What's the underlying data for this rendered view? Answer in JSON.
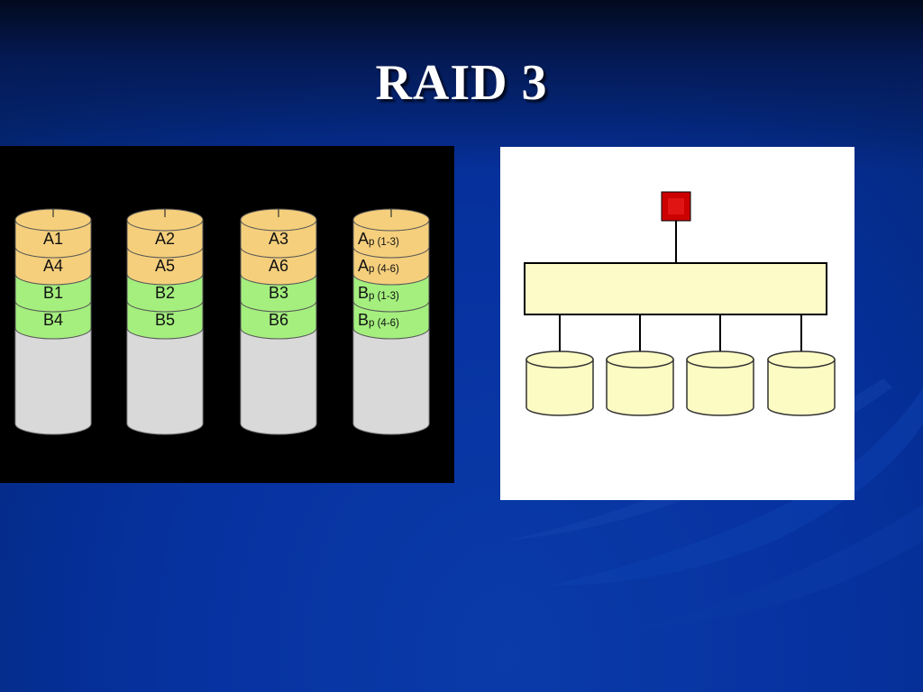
{
  "slide": {
    "title": "RAID 3"
  },
  "stripes_diagram": {
    "disks": [
      {
        "blocks": [
          {
            "main": "A1",
            "sub": ""
          },
          {
            "main": "A4",
            "sub": ""
          },
          {
            "main": "B1",
            "sub": ""
          },
          {
            "main": "B4",
            "sub": ""
          }
        ]
      },
      {
        "blocks": [
          {
            "main": "A2",
            "sub": ""
          },
          {
            "main": "A5",
            "sub": ""
          },
          {
            "main": "B2",
            "sub": ""
          },
          {
            "main": "B5",
            "sub": ""
          }
        ]
      },
      {
        "blocks": [
          {
            "main": "A3",
            "sub": ""
          },
          {
            "main": "A6",
            "sub": ""
          },
          {
            "main": "B3",
            "sub": ""
          },
          {
            "main": "B6",
            "sub": ""
          }
        ]
      },
      {
        "blocks": [
          {
            "main": "A",
            "sub": "p (1-3)"
          },
          {
            "main": "A",
            "sub": "p (4-6)"
          },
          {
            "main": "B",
            "sub": "p (1-3)"
          },
          {
            "main": "B",
            "sub": "p (4-6)"
          }
        ]
      }
    ],
    "colors": {
      "a_block": "#f5cf7c",
      "b_block": "#a4ef7e",
      "disk_body": "#d9d9d9",
      "background": "#000000"
    }
  },
  "array_diagram": {
    "disk_count": 4,
    "colors": {
      "controller": "#cc0000",
      "bus": "#fdfcc8",
      "disk": "#fcfbc3"
    }
  }
}
